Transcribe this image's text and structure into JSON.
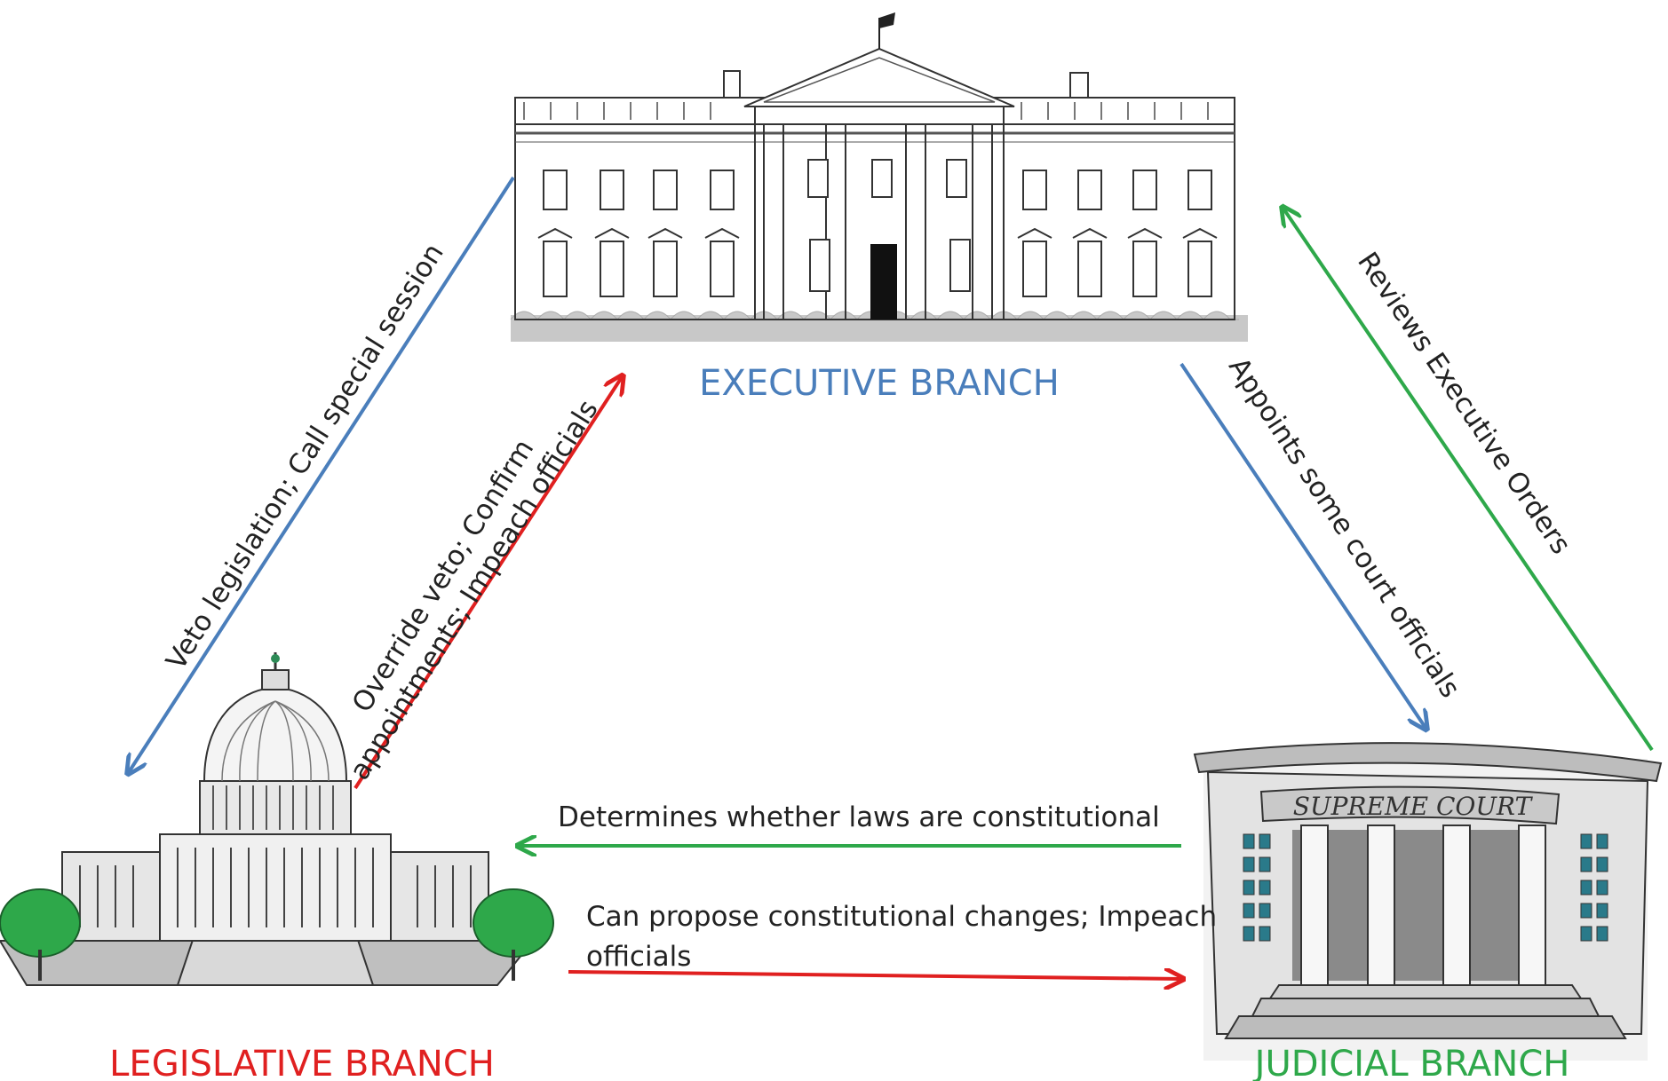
{
  "colors": {
    "executive": "#4a7ebb",
    "legislative": "#e02020",
    "judicial": "#2ea84a",
    "text": "#222222"
  },
  "branches": {
    "executive": {
      "label": "EXECUTIVE BRANCH",
      "icon": "white-house-icon"
    },
    "legislative": {
      "label": "LEGISLATIVE BRANCH",
      "icon": "capitol-building-icon"
    },
    "judicial": {
      "label": "JUDICIAL BRANCH",
      "icon": "supreme-court-icon",
      "sign_text": "SUPREME COURT"
    }
  },
  "arrows": {
    "exec_to_leg": {
      "text": "Veto legislation; Call special session"
    },
    "leg_to_exec": {
      "line1": "Override veto; Confirm",
      "line2": "appointments; Impeach officials"
    },
    "exec_to_jud": {
      "text": "Appoints some court officials"
    },
    "jud_to_exec": {
      "text": "Reviews Executive Orders"
    },
    "jud_to_leg": {
      "text": "Determines whether laws are constitutional"
    },
    "leg_to_jud": {
      "line1": "Can propose constitutional  changes; Impeach",
      "line2": "officials"
    }
  }
}
